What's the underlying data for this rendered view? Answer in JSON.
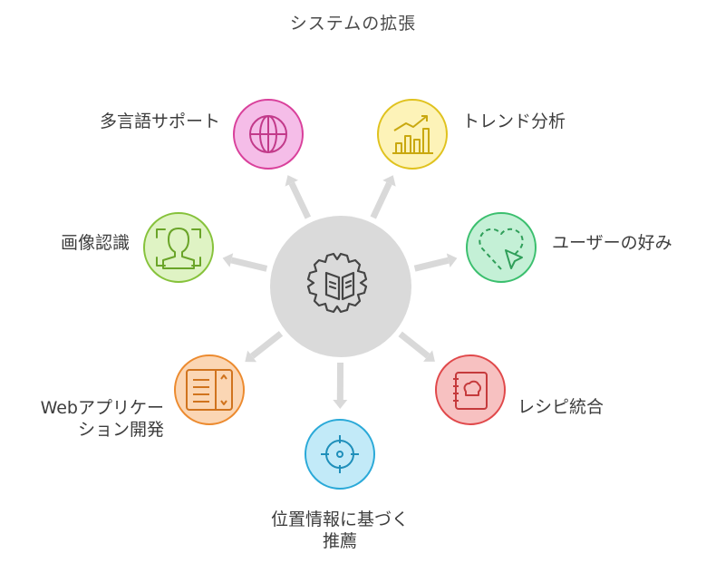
{
  "title": "システムの拡張",
  "center": {
    "icon": "gear-book-icon"
  },
  "nodes": [
    {
      "id": "multilang",
      "label_lines": [
        "多言語サポート"
      ],
      "icon": "globe-icon",
      "fill": "#f5bde8",
      "stroke": "#d9409b"
    },
    {
      "id": "trend",
      "label_lines": [
        "トレンド分析"
      ],
      "icon": "bar-chart-trend-icon",
      "fill": "#fdf3b8",
      "stroke": "#e0c21e"
    },
    {
      "id": "user-pref",
      "label_lines": [
        "ユーザーの好み"
      ],
      "icon": "heart-cursor-icon",
      "fill": "#c4f0d6",
      "stroke": "#3bbf6e"
    },
    {
      "id": "recipe",
      "label_lines": [
        "レシピ統合"
      ],
      "icon": "recipe-book-icon",
      "fill": "#f7c1c1",
      "stroke": "#e0484a"
    },
    {
      "id": "location",
      "label_lines": [
        "位置情報に基づく",
        "推薦"
      ],
      "icon": "crosshair-icon",
      "fill": "#c2eaf8",
      "stroke": "#2aa9d8"
    },
    {
      "id": "webapp",
      "label_lines": [
        "Webアプリケー",
        "ション開発"
      ],
      "icon": "app-window-icon",
      "fill": "#fbd6b4",
      "stroke": "#ec8a2e"
    },
    {
      "id": "image",
      "label_lines": [
        "画像認識"
      ],
      "icon": "face-scan-icon",
      "fill": "#dff3c4",
      "stroke": "#86c23b"
    }
  ]
}
